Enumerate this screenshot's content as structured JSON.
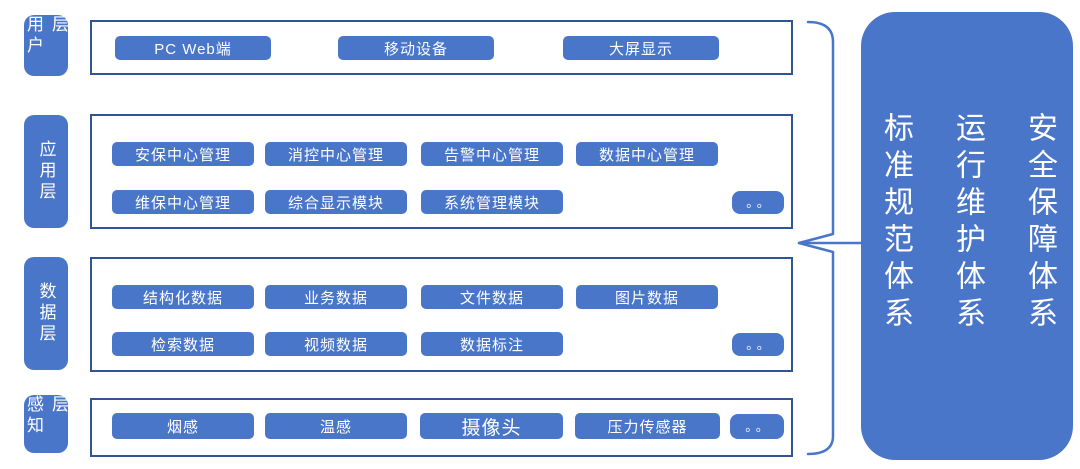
{
  "layers": [
    {
      "label": "用户层",
      "items": [
        "PC Web端",
        "移动设备",
        "大屏显示"
      ]
    },
    {
      "label": "应用层",
      "row1": [
        "安保中心管理",
        "消控中心管理",
        "告警中心管理",
        "数据中心管理"
      ],
      "row2": [
        "维保中心管理",
        "综合显示模块",
        "系统管理模块"
      ],
      "more": "。。"
    },
    {
      "label": "数据层",
      "row1": [
        "结构化数据",
        "业务数据",
        "文件数据",
        "图片数据"
      ],
      "row2": [
        "检索数据",
        "视频数据",
        "数据标注"
      ],
      "more": "。。"
    },
    {
      "label": "感知层",
      "row1": [
        "烟感",
        "温感",
        "摄像头",
        "压力传感器"
      ],
      "more": "。。"
    }
  ],
  "right_panel": {
    "columns": [
      "标准规范体系",
      "运行维护体系",
      "安全保障体系"
    ]
  },
  "colors": {
    "chip_blue": "#4a76c9",
    "frame_border": "#2f5597",
    "background": "#ffffff",
    "text": "#ffffff"
  }
}
